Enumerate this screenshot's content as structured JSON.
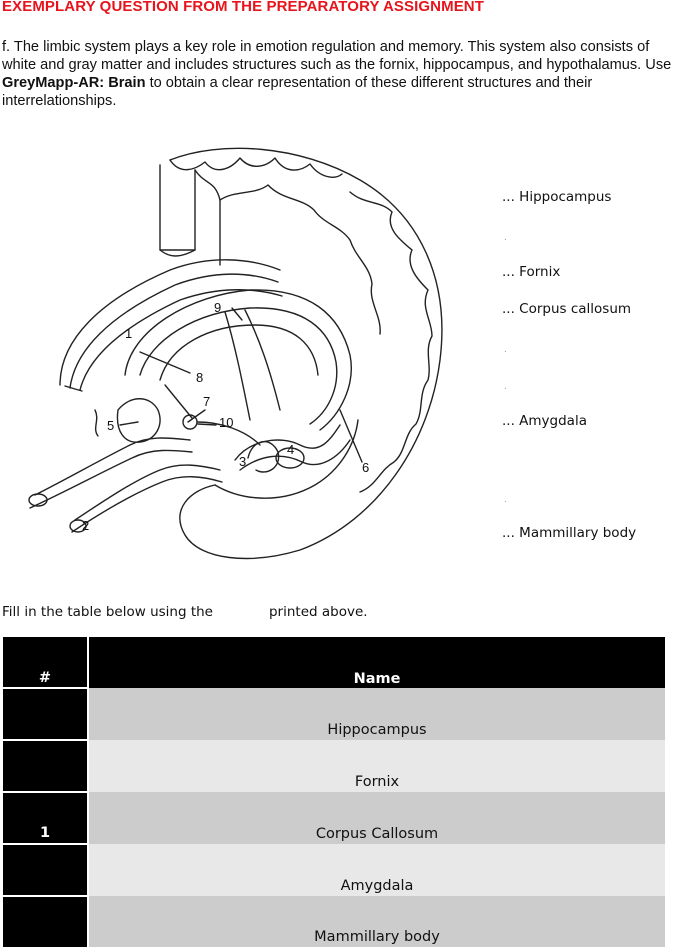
{
  "header": {
    "title": "EXEMPLARY QUESTION FROM THE PREPARATORY ASSIGNMENT",
    "title_color": "#e8141b"
  },
  "intro": {
    "part1": "f. The limbic system plays a key role in emotion regulation and memory. This system also consists of white and gray matter and includes structures such as the fornix, hippocampus, and hypothalamus. Use ",
    "app_name": "GreyMapp-AR: Brain",
    "part2": " to obtain a clear representation of these different structures and their interrelationships."
  },
  "figure": {
    "numbers": [
      "1",
      "2",
      "3",
      "4",
      "5",
      "6",
      "7",
      "8",
      "9",
      "10"
    ],
    "side_labels": [
      "... Hippocampus",
      "... Fornix",
      "... Corpus callosum",
      "... Amygdala",
      "... Mammillary body"
    ],
    "dots": [
      ".",
      ".",
      ".",
      "."
    ]
  },
  "instruction": {
    "before": "Fill in the table below using the",
    "after": "printed above."
  },
  "table": {
    "headers": [
      "#",
      "Name"
    ],
    "rows": [
      {
        "number": "",
        "name": "Hippocampus"
      },
      {
        "number": "",
        "name": "Fornix"
      },
      {
        "number": "1",
        "name": "Corpus Callosum"
      },
      {
        "number": "",
        "name": "Amygdala"
      },
      {
        "number": "",
        "name": "Mammillary body"
      }
    ]
  }
}
